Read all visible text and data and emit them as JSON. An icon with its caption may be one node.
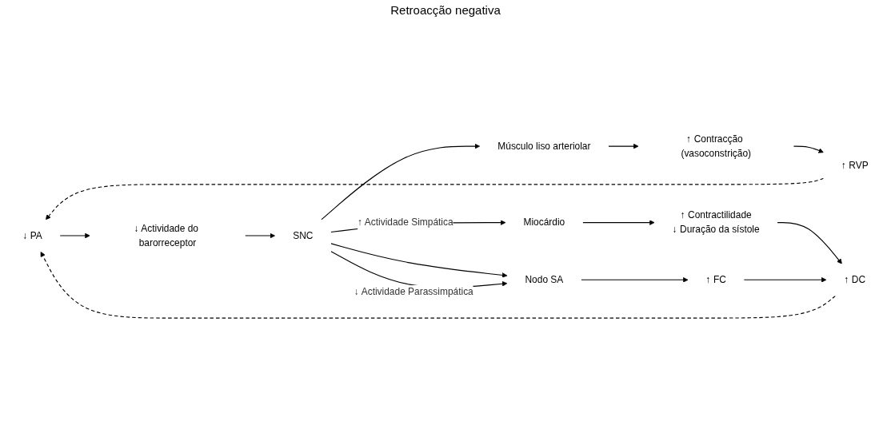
{
  "diagram": {
    "nodes": [
      {
        "text": [
          "↓ PA"
        ]
      },
      {
        "text": [
          "↓ Actividade do barorreceptor"
        ]
      },
      {
        "text": [
          "SNC"
        ]
      },
      {
        "text": [
          "Músculo liso arteriolar"
        ]
      },
      {
        "text": [
          "Miocárdio"
        ]
      },
      {
        "text": [
          "Nodo SA"
        ]
      },
      {
        "text": [
          "↑ Contracção (vasoconstrição)"
        ]
      },
      {
        "text": [
          "↑ Contractilidade",
          "↓ Duração da sístole"
        ]
      },
      {
        "text": [
          "↑ FC"
        ]
      },
      {
        "text": [
          "↑ RVP"
        ]
      },
      {
        "text": [
          "↑ DC"
        ]
      }
    ],
    "edges": [
      {
        "from": 0,
        "to": 1,
        "arrow": "to"
      },
      {
        "from": 1,
        "to": 2,
        "arrow": "to"
      },
      {
        "from": 2,
        "to": 3,
        "arrow": "to"
      },
      {
        "from": 2,
        "to": 4,
        "arrow": "to",
        "label": "↑ Actividade Simpática"
      },
      {
        "from": 2,
        "to": 5,
        "arrow": "to"
      },
      {
        "from": 2,
        "to": 5,
        "arrow": "to",
        "label": "↓ Actividade Parassimpática"
      },
      {
        "from": 3,
        "to": 6,
        "arrow": "to"
      },
      {
        "from": 4,
        "to": 7,
        "arrow": "to"
      },
      {
        "from": 5,
        "to": 8,
        "arrow": "to"
      },
      {
        "from": 6,
        "to": 9,
        "arrow": "to"
      },
      {
        "from": 7,
        "to": 10,
        "arrow": "to"
      },
      {
        "from": 8,
        "to": 10,
        "arrow": "to"
      },
      {
        "from": 9,
        "to": 0,
        "arrow": "to",
        "style": "dashed"
      },
      {
        "from": 10,
        "to": 0,
        "arrow": "to",
        "style": "dashed"
      }
    ],
    "labels": [
      "Retroacção negativa"
    ]
  }
}
